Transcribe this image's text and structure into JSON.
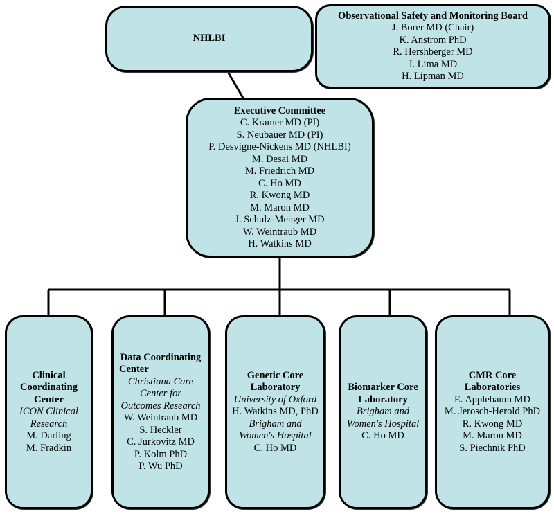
{
  "nhlbi": {
    "title": "NHLBI"
  },
  "osmb": {
    "title": "Observational Safety and Monitoring Board",
    "members": [
      "J. Borer MD (Chair)",
      "K. Anstrom PhD",
      "R. Hershberger MD",
      "J. Lima MD",
      "H. Lipman MD"
    ]
  },
  "executive": {
    "title": "Executive Committee",
    "members": [
      "C. Kramer MD (PI)",
      "S. Neubauer MD (PI)",
      "P. Desvigne-Nickens MD (NHLBI)",
      "M. Desai MD",
      "M. Friedrich MD",
      "C. Ho MD",
      "R. Kwong MD",
      "M. Maron MD",
      "J.  Schulz-Menger MD",
      "W. Weintraub MD",
      "H. Watkins MD"
    ]
  },
  "clinical": {
    "title": [
      "Clinical",
      "Coordinating",
      "Center"
    ],
    "org": [
      "ICON Clinical",
      "Research"
    ],
    "members": [
      "M. Darling",
      "M. Fradkin"
    ]
  },
  "data_center": {
    "title": [
      "Data Coordinating",
      "Center"
    ],
    "org": [
      "Christiana Care",
      "Center for",
      "Outcomes Research"
    ],
    "members": [
      "W. Weintraub MD",
      "S. Heckler",
      "C. Jurkovitz MD",
      "P. Kolm PhD",
      "P. Wu PhD"
    ]
  },
  "genetic": {
    "title": [
      "Genetic Core",
      "Laboratory"
    ],
    "org1": "University of Oxford",
    "member1": "H. Watkins MD, PhD",
    "org2": [
      "Brigham and",
      "Women's Hospital"
    ],
    "member2": "C. Ho MD"
  },
  "biomarker": {
    "title": [
      "Biomarker Core",
      "Laboratory"
    ],
    "org": [
      "Brigham and",
      "Women's Hospital"
    ],
    "members": [
      "C. Ho MD"
    ]
  },
  "cmr": {
    "title": [
      "CMR Core",
      "Laboratories"
    ],
    "members": [
      "E. Applebaum MD",
      "M. Jerosch-Herold PhD",
      "R. Kwong MD",
      "M. Maron MD",
      "S. Piechnik PhD"
    ]
  }
}
